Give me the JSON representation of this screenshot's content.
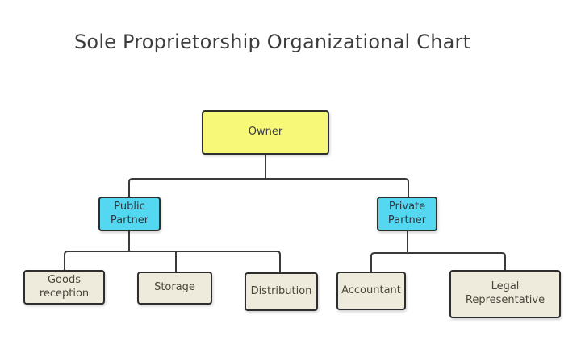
{
  "title": "Sole Proprietorship Organizational Chart",
  "diagram": {
    "type": "org-chart",
    "nodes": {
      "owner": {
        "label": "Owner",
        "fill": "#f8f878",
        "level": 1
      },
      "public_partner": {
        "label": "Public Partner",
        "fill": "#54d7f0",
        "level": 2
      },
      "private_partner": {
        "label": "Private Partner",
        "fill": "#54d7f0",
        "level": 2
      },
      "goods_reception": {
        "label": "Goods reception",
        "fill": "#efebdc",
        "level": 3
      },
      "storage": {
        "label": "Storage",
        "fill": "#efebdc",
        "level": 3
      },
      "distribution": {
        "label": "Distribution",
        "fill": "#efebdc",
        "level": 3
      },
      "accountant": {
        "label": "Accountant",
        "fill": "#efebdc",
        "level": 3
      },
      "legal_representative": {
        "label": "Legal Representative",
        "fill": "#efebdc",
        "level": 3
      }
    },
    "edges": [
      [
        "Owner",
        "Public Partner"
      ],
      [
        "Owner",
        "Private Partner"
      ],
      [
        "Public Partner",
        "Goods reception"
      ],
      [
        "Public Partner",
        "Storage"
      ],
      [
        "Public Partner",
        "Distribution"
      ],
      [
        "Private Partner",
        "Accountant"
      ],
      [
        "Private Partner",
        "Legal Representative"
      ]
    ],
    "colors": {
      "owner_fill": "#f8f878",
      "partner_fill": "#54d7f0",
      "leaf_fill": "#efebdc",
      "node_border": "#2e2e2e",
      "connector_line": "#3a3a3a",
      "title_text": "#3d3d3d"
    }
  }
}
